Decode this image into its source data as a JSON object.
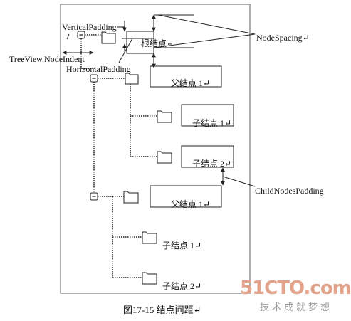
{
  "labels": {
    "vertical_padding": "VerticalPadding",
    "node_indent": "TreeView.NodeIndent",
    "horizontal_padding": "HorizontalPadding",
    "node_spacing": "NodeSpacing",
    "child_nodes_padding": "ChildNodesPadding",
    "return_mark": "↵"
  },
  "nodes": {
    "root": "根结点",
    "parent1": "父结点 1",
    "child1a": "子结点 1",
    "child1b": "子结点 2",
    "parent2": "父结点 1",
    "child2a": "子结点 1",
    "child2b": "子结点 2"
  },
  "caption": "图17-15    结点间距",
  "watermark": {
    "logo": "51CTO.com",
    "subtitle": "技术成就梦想"
  },
  "colors": {
    "line": "#222222",
    "watermark_logo": "#e3a38a",
    "watermark_sub": "#9a9a9a"
  }
}
